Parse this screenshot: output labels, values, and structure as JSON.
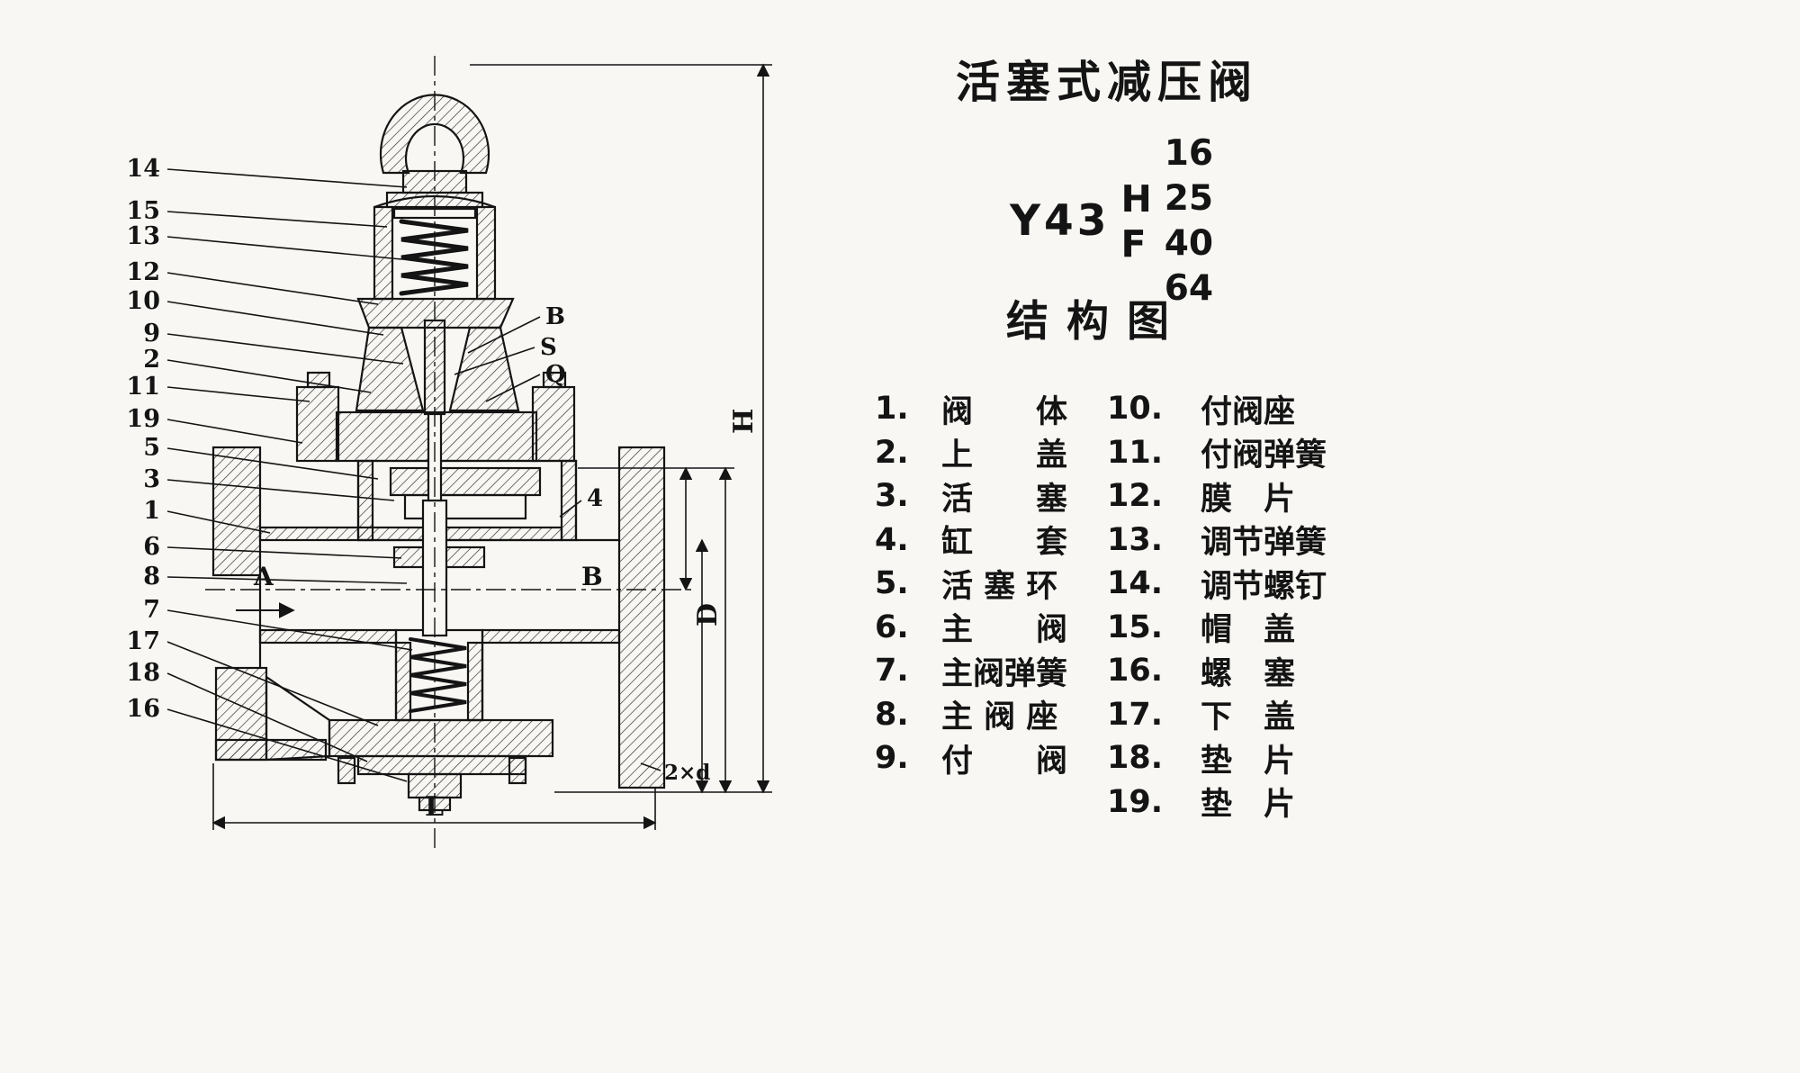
{
  "title": {
    "text": "活塞式减压阀"
  },
  "model": {
    "prefix": "Y43",
    "letters": [
      "H",
      "F"
    ],
    "numbers": [
      "16",
      "25",
      "40",
      "64"
    ]
  },
  "subtitle": "结构图",
  "parts": {
    "left": [
      {
        "no": "1.",
        "name": "阀　　体"
      },
      {
        "no": "2.",
        "name": "上　　盖"
      },
      {
        "no": "3.",
        "name": "活　　塞"
      },
      {
        "no": "4.",
        "name": "缸　　套"
      },
      {
        "no": "5.",
        "name": "活 塞 环"
      },
      {
        "no": "6.",
        "name": "主　　阀"
      },
      {
        "no": "7.",
        "name": "主阀弹簧"
      },
      {
        "no": "8.",
        "name": "主 阀 座"
      },
      {
        "no": "9.",
        "name": "付　　阀"
      }
    ],
    "right": [
      {
        "no": "10.",
        "name": "付阀座"
      },
      {
        "no": "11.",
        "name": "付阀弹簧"
      },
      {
        "no": "12.",
        "name": "膜　片"
      },
      {
        "no": "13.",
        "name": "调节弹簧"
      },
      {
        "no": "14.",
        "name": "调节螺钉"
      },
      {
        "no": "15.",
        "name": "帽　盖"
      },
      {
        "no": "16.",
        "name": "螺　塞"
      },
      {
        "no": "17.",
        "name": "下　盖"
      },
      {
        "no": "18.",
        "name": "垫　片"
      },
      {
        "no": "19.",
        "name": "垫　片"
      }
    ]
  },
  "drawing": {
    "callouts": [
      "14",
      "15",
      "13",
      "12",
      "10",
      "9",
      "2",
      "11",
      "19",
      "5",
      "3",
      "1",
      "6",
      "8",
      "7",
      "17",
      "18",
      "16"
    ],
    "dims": {
      "H": "H",
      "D": "D",
      "L": "L",
      "A": "A",
      "B": "B",
      "two_d": "2×d"
    },
    "labels": {
      "b": "B",
      "s": "S",
      "q": "Q",
      "four": "4"
    }
  }
}
